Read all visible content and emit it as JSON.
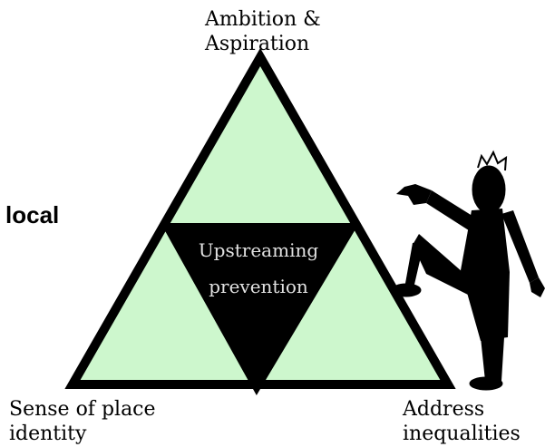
{
  "diagram": {
    "top_label": [
      "Ambition &",
      "Aspiration"
    ],
    "bottom_left_label": [
      "Sense of place",
      "identity"
    ],
    "bottom_right_label": [
      "Address",
      "inequalities"
    ],
    "side_label": "local",
    "center_label": [
      "Upstreaming",
      "prevention"
    ]
  },
  "colors": {
    "fill": "#cdf7cd",
    "outline": "#000000",
    "center": "#000000",
    "center_text": "#e2e2e2"
  },
  "icons": [
    "stick-figure-icon"
  ]
}
